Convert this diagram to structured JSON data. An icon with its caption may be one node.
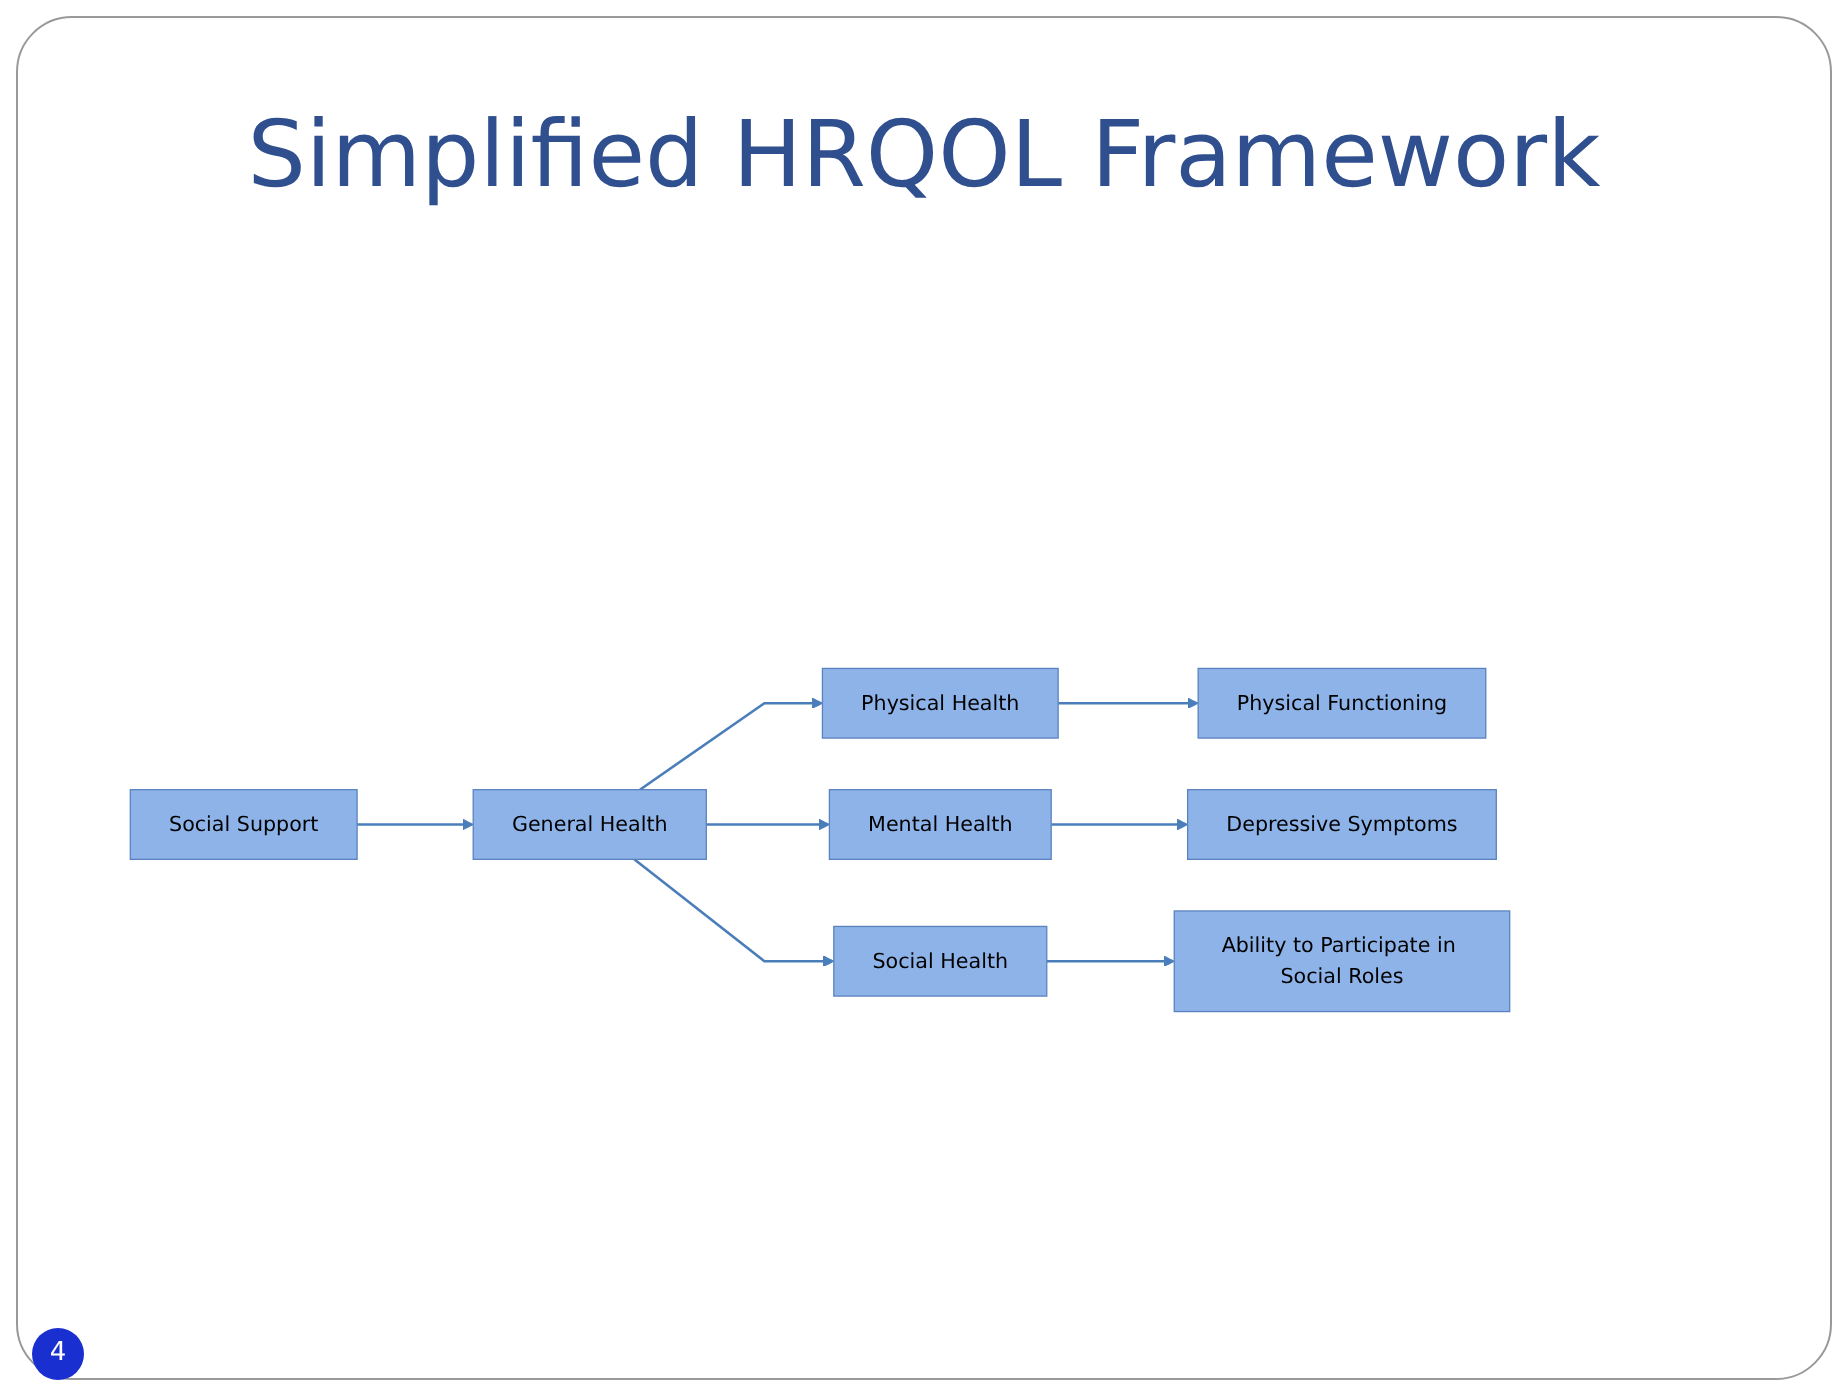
{
  "diagram": {
    "title": "Simplified HRQOL Framework",
    "nodes": [
      {
        "text": [
          "General Health"
        ]
      },
      {
        "text": [
          "Physical Health"
        ]
      },
      {
        "text": [
          "Mental Health"
        ]
      },
      {
        "text": [
          "Social Health"
        ]
      },
      {
        "text": [
          "Physical Functioning"
        ]
      },
      {
        "text": [
          "Depressive Symptoms"
        ]
      },
      {
        "text": [
          "Ability to Participate in Social Roles"
        ]
      },
      {
        "text": [
          "Social Support"
        ]
      }
    ],
    "edges": [
      {
        "from": 0,
        "to": 1,
        "arrow": "to"
      },
      {
        "from": 0,
        "to": 2,
        "arrow": "to"
      },
      {
        "from": 0,
        "to": 3,
        "arrow": "to"
      },
      {
        "from": 1,
        "to": 4,
        "arrow": "to"
      },
      {
        "from": 2,
        "to": 5,
        "arrow": "to"
      },
      {
        "from": 3,
        "to": 6,
        "arrow": "to"
      },
      {
        "from": 7,
        "to": 0,
        "arrow": "to"
      }
    ],
    "labels": [
      "4"
    ]
  }
}
